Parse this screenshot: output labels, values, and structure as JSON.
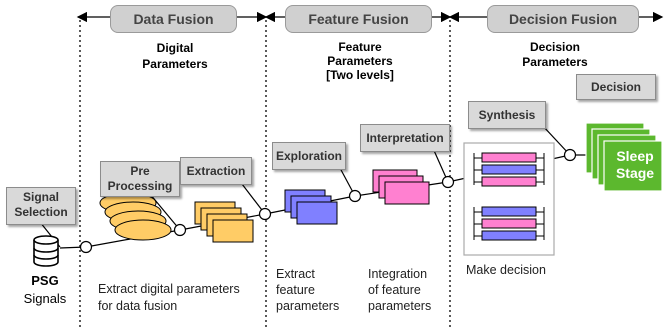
{
  "stages": {
    "data_fusion": "Data Fusion",
    "feature_fusion": "Feature Fusion",
    "decision_fusion": "Decision Fusion"
  },
  "parameters": {
    "digital": [
      "Digital",
      "Parameters"
    ],
    "feature": [
      "Feature",
      "Parameters",
      "[Two levels]"
    ],
    "decision": [
      "Decision",
      "Parameters"
    ]
  },
  "boxes": {
    "signal_selection": [
      "Signal",
      "Selection"
    ],
    "pre_processing": [
      "Pre",
      "Processing"
    ],
    "extraction": "Extraction",
    "exploration": "Exploration",
    "interpretation": "Interpretation",
    "synthesis": "Synthesis",
    "decision": "Decision",
    "sleep_stage": [
      "Sleep",
      "Stage"
    ]
  },
  "source": {
    "title": "PSG",
    "subtitle": "Signals"
  },
  "descriptions": {
    "data_fusion": [
      "Extract digital parameters",
      "for data fusion"
    ],
    "extract_feature": [
      "Extract",
      "feature",
      "parameters"
    ],
    "integration": [
      "Integration",
      "of feature",
      "parameters"
    ],
    "make_decision": "Make decision"
  },
  "colors": {
    "orange": "#ffcc66",
    "purple": "#8080ff",
    "pink": "#ff80d0",
    "green": "#5cb82e",
    "header_gray": "#d0d0d0",
    "tag_gray": "#d9d9d9"
  }
}
